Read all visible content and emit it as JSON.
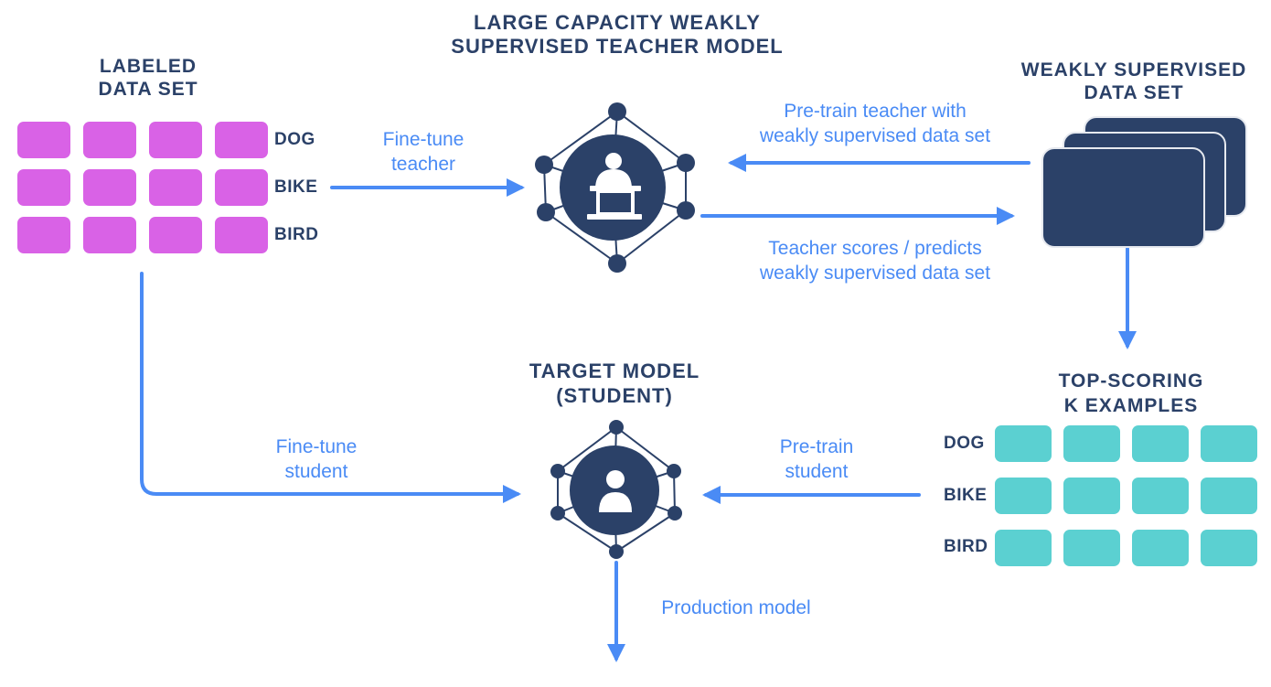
{
  "labeled_data_set": {
    "title_line1": "LABELED",
    "title_line2": "DATA SET",
    "rows": [
      {
        "label": "DOG",
        "tile_count": 4
      },
      {
        "label": "BIKE",
        "tile_count": 4
      },
      {
        "label": "BIRD",
        "tile_count": 4
      }
    ]
  },
  "teacher_model": {
    "title_line1": "LARGE CAPACITY WEAKLY",
    "title_line2": "SUPERVISED TEACHER MODEL"
  },
  "weakly_supervised_data_set": {
    "title_line1": "WEAKLY SUPERVISED",
    "title_line2": "DATA SET",
    "card_count": 3
  },
  "student_model": {
    "title_line1": "TARGET MODEL",
    "title_line2": "(STUDENT)"
  },
  "top_scoring": {
    "title_line1": "TOP-SCORING",
    "title_line2": "K EXAMPLES",
    "rows": [
      {
        "label": "DOG",
        "tile_count": 4
      },
      {
        "label": "BIKE",
        "tile_count": 4
      },
      {
        "label": "BIRD",
        "tile_count": 4
      }
    ]
  },
  "arrows": {
    "fine_tune_teacher": {
      "line1": "Fine-tune",
      "line2": "teacher"
    },
    "pre_train_teacher": {
      "line1": "Pre-train teacher with",
      "line2": "weakly supervised data set"
    },
    "teacher_scores": {
      "line1": "Teacher scores / predicts",
      "line2": "weakly supervised data set"
    },
    "fine_tune_student": {
      "line1": "Fine-tune",
      "line2": "student"
    },
    "pre_train_student": {
      "line1": "Pre-train",
      "line2": "student"
    },
    "production_model": {
      "label": "Production model"
    }
  },
  "colors": {
    "navy": "#2B4168",
    "magenta": "#D962E6",
    "teal": "#5BD0D1",
    "arrow_blue": "#4A8BF5",
    "background": "#FFFFFF"
  }
}
